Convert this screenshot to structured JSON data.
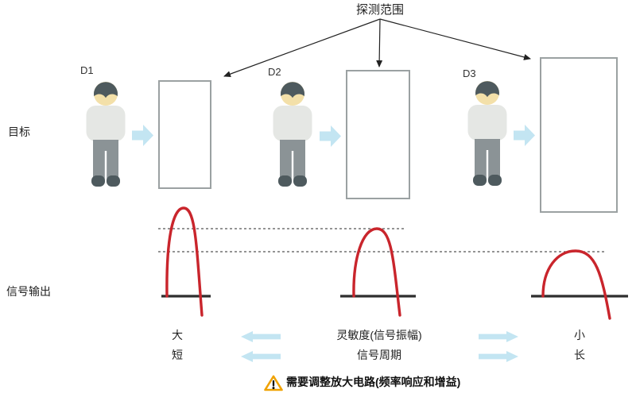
{
  "diagram": {
    "title": "探测范围",
    "axis_labels": {
      "targets": "目标",
      "signal_output": "信号输出"
    },
    "detectors": [
      {
        "label": "D1",
        "signal_amplitude": "largest",
        "signal_period": "shortest"
      },
      {
        "label": "D2",
        "signal_amplitude": "medium",
        "signal_period": "medium"
      },
      {
        "label": "D3",
        "signal_amplitude": "smallest",
        "signal_period": "longest"
      }
    ],
    "legend": {
      "amplitude_row": {
        "left_value": "大",
        "label": "灵敏度(信号振幅)",
        "right_value": "小"
      },
      "period_row": {
        "left_value": "短",
        "label": "信号周期",
        "right_value": "长"
      }
    },
    "warning": {
      "icon": "warning-triangle-icon",
      "text": "需要调整放大电路(频率响应和增益)"
    },
    "colors": {
      "highlight_arrow_blue": "#c3e5f2",
      "signal_curve_red": "#c9252c",
      "warning_triangle_orange": "#f0a202",
      "box_outline_gray": "#9ba1a2",
      "baseline_dark": "#2e2e2e",
      "text_dark": "#222222"
    }
  }
}
